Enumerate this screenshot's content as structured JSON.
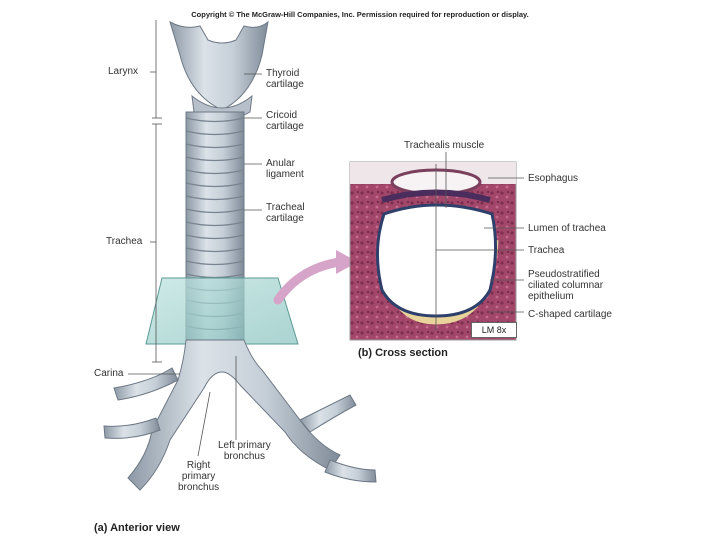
{
  "copyright": "Copyright © The McGraw-Hill Companies, Inc. Permission required for reproduction or display.",
  "labels": {
    "larynx": "Larynx",
    "thyroid": [
      "Thyroid",
      "cartilage"
    ],
    "cricoid": [
      "Cricoid",
      "cartilage"
    ],
    "anular": [
      "Anular",
      "ligament"
    ],
    "tracheal": [
      "Tracheal",
      "cartilage"
    ],
    "trachea_left": "Trachea",
    "carina": "Carina",
    "left_bronchus": [
      "Left primary",
      "bronchus"
    ],
    "right_bronchus": [
      "Right",
      "primary",
      "bronchus"
    ],
    "trachealis": "Trachealis muscle",
    "esophagus": "Esophagus",
    "lumen": "Lumen of trachea",
    "trachea_right": "Trachea",
    "epithelium": [
      "Pseudostratified",
      "ciliated columnar",
      "epithelium"
    ],
    "c_cartilage": "C-shaped cartilage",
    "scale": "LM 8x"
  },
  "captions": {
    "cross_section": "(b) Cross section",
    "anterior": "(a) Anterior view"
  },
  "colors": {
    "cartilage": "#c4cdd6",
    "tissue": "#9c3b5c",
    "plane": "#9fd3cf",
    "arrow": "#d6a4c8"
  }
}
